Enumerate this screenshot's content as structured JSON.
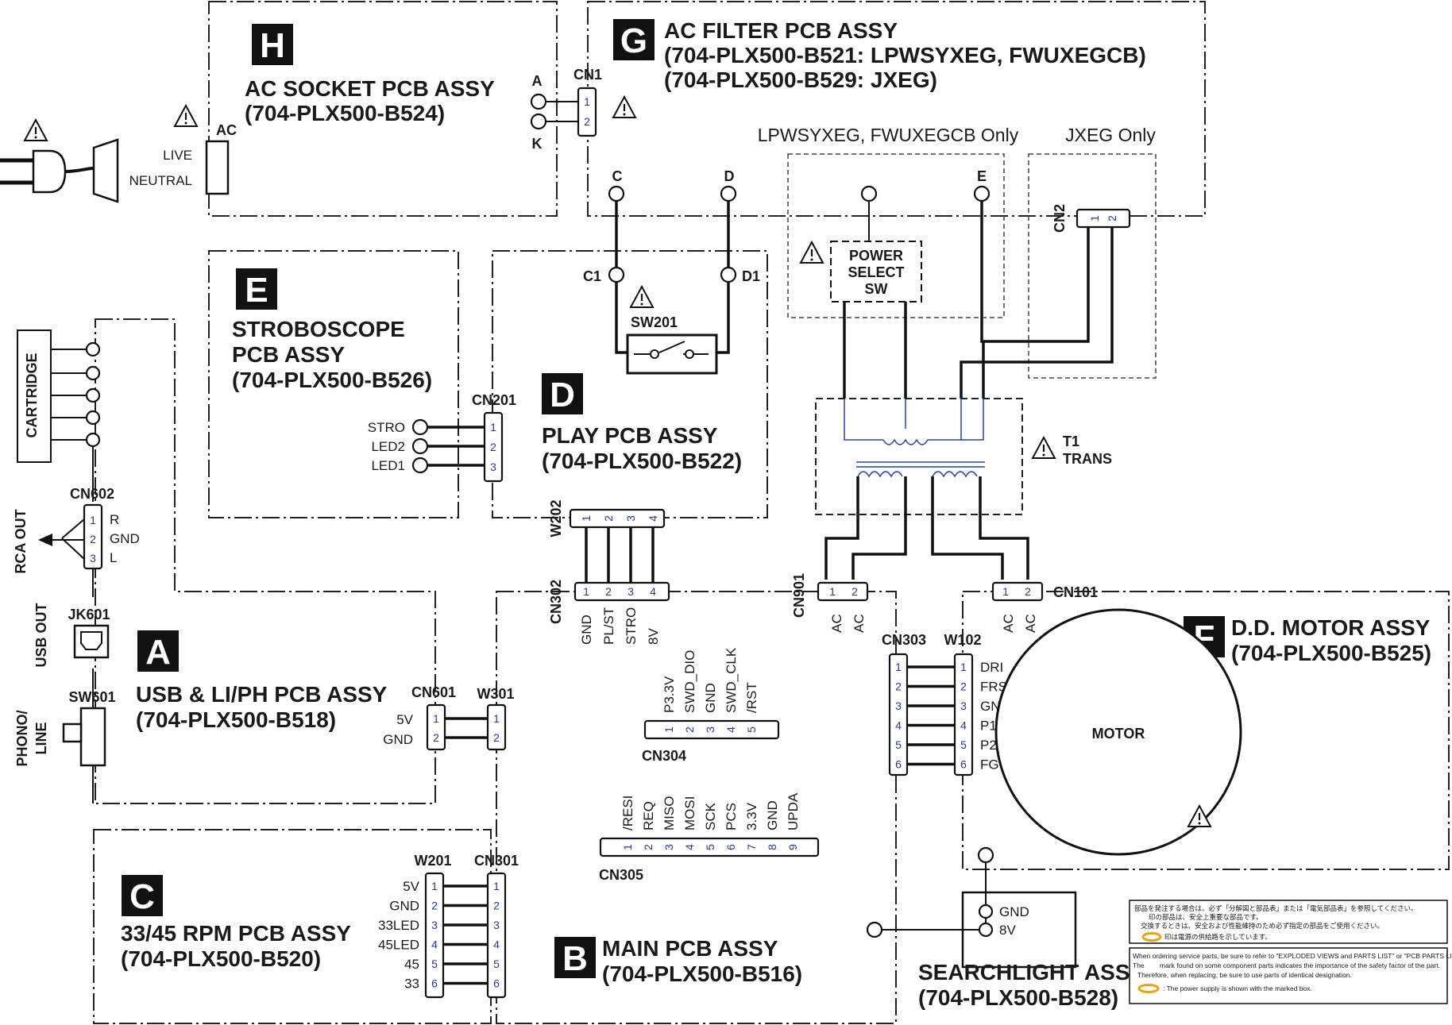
{
  "blocks": {
    "h": {
      "letter": "H",
      "title": "AC SOCKET PCB ASSY",
      "part": "(704-PLX500-B524)"
    },
    "g": {
      "letter": "G",
      "title": "AC FILTER PCB ASSY",
      "part1": "(704-PLX500-B521: LPWSYXEG, FWUXEGCB)",
      "part2": "(704-PLX500-B529: JXEG)"
    },
    "e": {
      "letter": "E",
      "title1": "STROBOSCOPE",
      "title2": "PCB ASSY",
      "part": "(704-PLX500-B526)"
    },
    "d": {
      "letter": "D",
      "title": "PLAY PCB ASSY",
      "part": "(704-PLX500-B522)"
    },
    "a": {
      "letter": "A",
      "title": "USB & LI/PH PCB ASSY",
      "part": "(704-PLX500-B518)"
    },
    "c": {
      "letter": "C",
      "title": "33/45 RPM PCB ASSY",
      "part": "(704-PLX500-B520)"
    },
    "b": {
      "letter": "B",
      "title": "MAIN PCB ASSY",
      "part": "(704-PLX500-B516)"
    },
    "f": {
      "letter": "F",
      "title": "D.D. MOTOR ASSY",
      "part": "(704-PLX500-B525)"
    },
    "searchlight": {
      "title": "SEARCHLIGHT ASSY",
      "part": "(704-PLX500-B528)"
    }
  },
  "labels": {
    "ac": "AC",
    "live": "LIVE",
    "neutral": "NEUTRAL",
    "a": "A",
    "k": "K",
    "cn1": "CN1",
    "lpw_only": "LPWSYXEG, FWUXEGCB Only",
    "jxeg_only": "JXEG Only",
    "c": "C",
    "d": "D",
    "e": "E",
    "c1": "C1",
    "d1": "D1",
    "cn2": "CN2",
    "power_select": [
      "POWER",
      "SELECT",
      "SW"
    ],
    "sw201": "SW201",
    "t1": "T1",
    "trans": "TRANS",
    "cartridge": "CARTRIDGE",
    "cn602": "CN602",
    "r": "R",
    "gnd": "GND",
    "l": "L",
    "rca_out": "RCA OUT",
    "jk601": "JK601",
    "usb_out": "USB OUT",
    "sw601": "SW601",
    "phono1": "PHONO/",
    "phono2": "LINE",
    "cn201": "CN201",
    "w202": "W202",
    "cn302": "CN302",
    "cn901": "CN901",
    "cn101": "CN101",
    "cn303": "CN303",
    "w102": "W102",
    "cn601": "CN601",
    "w301": "W301",
    "w201": "W201",
    "cn301": "CN301",
    "cn304": "CN304",
    "cn305": "CN305",
    "motor": "MOTOR",
    "strobe_pins": [
      "STRO",
      "LED2",
      "LED1"
    ],
    "cn302_pins": [
      "GND",
      "PL/ST",
      "STRO",
      "8V"
    ],
    "cn901_pins": [
      "AC",
      "AC"
    ],
    "cn101_pins": [
      "AC",
      "AC"
    ],
    "cn304_pins": [
      "P3.3V",
      "SWD_DIO",
      "GND",
      "SWD_CLK",
      "/RST"
    ],
    "cn305_pins": [
      "/RESI",
      "REQ",
      "MISO",
      "MOSI",
      "SCK",
      "PCS",
      "3.3V",
      "GND",
      "UPDA"
    ],
    "w102_pins": [
      "DRI",
      "FRS",
      "GND",
      "P1",
      "P2",
      "FG"
    ],
    "cn601_pins": [
      "5V",
      "GND"
    ],
    "w201_pins": [
      "5V",
      "GND",
      "33LED",
      "45LED",
      "45",
      "33"
    ],
    "searchlight_pins": [
      "GND",
      "8V"
    ]
  },
  "notes": {
    "jp": [
      "部品を発注する場合は、必ず「分解図と部品表」または「電気部品表」を参照してください。",
      "印の部品は、安全上重要な部品です。",
      "交換するときは、安全および性能維持のため必ず指定の部品をご使用ください。",
      "印は電源の供給路を示しています。"
    ],
    "en": [
      "When ordering service parts, be sure to refer to \"EXPLODED VIEWS and PARTS LIST\" or \"PCB PARTS LIST\".",
      "The",
      "mark found on some component parts indicates the importance of the safety factor of the part.",
      "Therefore, when replacing, be sure to use parts of identical designation.",
      ": The power supply is shown with the marked box."
    ]
  }
}
